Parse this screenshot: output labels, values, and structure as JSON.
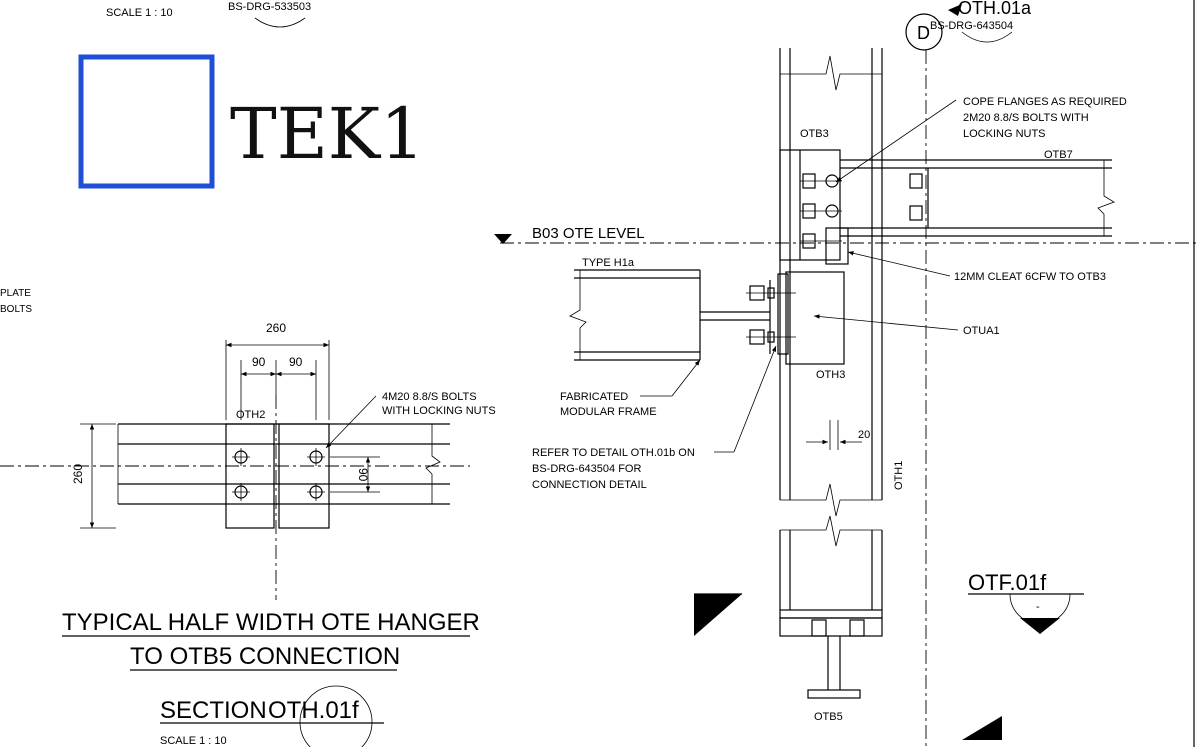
{
  "drawing": {
    "top_left_scale": "SCALE  1 : 10",
    "top_ref": "BS-DRG-533503",
    "logo": {
      "text": "TEK1",
      "box_color": "#1f4fd6"
    },
    "top_right_ref_cut": "OTH.01a",
    "top_right_ref": "BS-DRG-643504",
    "grid_bubble": "D",
    "left_edge_fragments": [
      "PLATE",
      "BOLTS"
    ]
  },
  "right_detail": {
    "level_label": "B03 OTE LEVEL",
    "type_label": "TYPE H1a",
    "note_cope": [
      "COPE FLANGES AS REQUIRED",
      "2M20 8.8/S BOLTS WITH",
      "LOCKING NUTS"
    ],
    "otb3": "OTB3",
    "otb7": "OTB7",
    "cleat_note": "12MM CLEAT 6CFW TO OTB3",
    "otua1": "OTUA1",
    "oth3": "OTH3",
    "fabricated": [
      "FABRICATED",
      "MODULAR FRAME"
    ],
    "refer": [
      "REFER TO DETAIL OTH.01b ON",
      "BS-DRG-643504 FOR",
      "CONNECTION DETAIL"
    ],
    "dim_20": "20",
    "oth1": "OTH1",
    "otb5": "OTB5",
    "section_mark": "OTF.01f",
    "section_mark_sub": "-"
  },
  "left_detail": {
    "dim_260_top": "260",
    "dim_90_a": "90",
    "dim_90_b": "90",
    "oth2": "OTH2",
    "bolts_note": [
      "4M20 8.8/S BOLTS",
      "WITH LOCKING NUTS"
    ],
    "dim_260_side": "260",
    "dim_90_side": "90",
    "title_line1": "TYPICAL HALF WIDTH OTE HANGER",
    "title_line2": "TO  OTB5 CONNECTION",
    "section_label": "SECTION",
    "section_ref": "OTH.01f",
    "scale": "SCALE  1 : 10"
  }
}
